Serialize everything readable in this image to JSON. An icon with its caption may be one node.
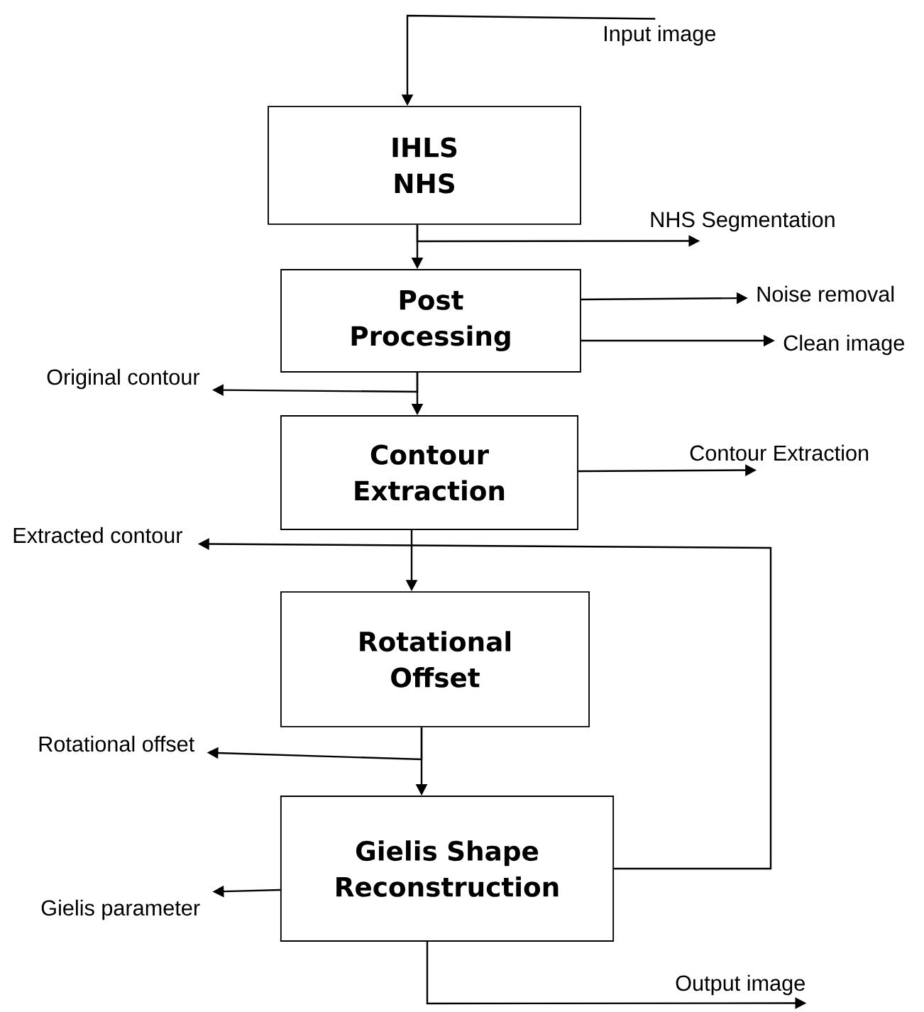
{
  "diagram": {
    "nodes": [
      {
        "text": [
          "IHLS NHS"
        ]
      },
      {
        "text": [
          "Post Processing"
        ]
      },
      {
        "text": [
          "Contour Extraction"
        ]
      },
      {
        "text": [
          "Rotational Offset"
        ]
      },
      {
        "text": [
          "Gielis Shape Reconstruction"
        ]
      },
      {
        "text": [
          "Input image"
        ]
      },
      {
        "text": [
          "NHS Segmentation"
        ]
      },
      {
        "text": [
          "Noise removal"
        ]
      },
      {
        "text": [
          "Original contour"
        ]
      },
      {
        "text": [
          "Clean image"
        ]
      },
      {
        "text": [
          "Contour Extraction"
        ]
      },
      {
        "text": [
          "Extracted contour"
        ]
      },
      {
        "text": [
          "Rotational offset"
        ]
      },
      {
        "text": [
          "Gielis parameter"
        ]
      },
      {
        "text": [
          "Output image"
        ]
      }
    ],
    "edges": [
      {
        "from": 5,
        "to": 0,
        "arrow": "to"
      },
      {
        "from": 0,
        "to": 1,
        "arrow": "to"
      },
      {
        "from": 0,
        "to": 6,
        "arrow": "to"
      },
      {
        "from": 1,
        "to": 7,
        "arrow": "to"
      },
      {
        "from": 1,
        "to": 9,
        "arrow": "to"
      },
      {
        "from": 1,
        "to": 8,
        "arrow": "to"
      },
      {
        "from": 1,
        "to": 2,
        "arrow": "to"
      },
      {
        "from": 2,
        "to": 10,
        "arrow": "to"
      },
      {
        "from": 2,
        "to": 3,
        "arrow": "to"
      },
      {
        "from": 4,
        "to": 11,
        "arrow": "to"
      },
      {
        "from": 3,
        "to": 12,
        "arrow": "to"
      },
      {
        "from": 3,
        "to": 4,
        "arrow": "to"
      },
      {
        "from": 4,
        "to": 13,
        "arrow": "to"
      },
      {
        "from": 4,
        "to": 14,
        "arrow": "to"
      }
    ]
  }
}
